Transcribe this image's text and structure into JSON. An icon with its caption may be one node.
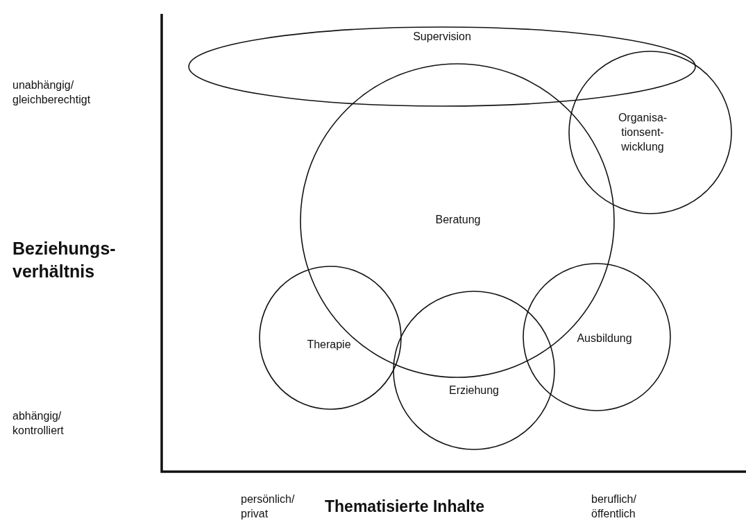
{
  "diagram": {
    "nodes": [
      {
        "text": [
          "Supervision"
        ]
      },
      {
        "text": [
          "Organisa- tionsent- wicklung"
        ]
      },
      {
        "text": [
          "Beratung"
        ]
      },
      {
        "text": [
          "Therapie"
        ]
      },
      {
        "text": [
          "Erziehung"
        ]
      },
      {
        "text": [
          "Ausbildung"
        ]
      }
    ],
    "labels": [
      "unabhängig/ gleichberechtigt",
      "Beziehungs- verhältnis",
      "abhängig/ kontrolliert",
      "persönlich/ privat",
      "Thematisierte Inhalte",
      "beruflich/ öffentlich"
    ]
  }
}
